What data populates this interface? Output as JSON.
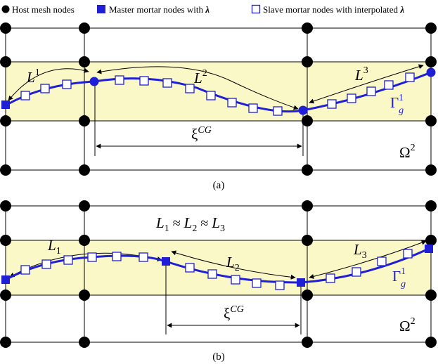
{
  "legend": {
    "host": "Host mesh nodes",
    "master_prefix": "Master mortar nodes with ",
    "slave_prefix": "Slave mortar nodes with interpolated ",
    "lambda": "λ"
  },
  "colors": {
    "host_node": "#000000",
    "mortar": "#1f1fd6",
    "band": "#fbf8c8",
    "grid": "#000000"
  },
  "panel_a": {
    "caption": "(a)",
    "segment_labels": [
      {
        "base": "L",
        "sup": "1"
      },
      {
        "base": "L",
        "sup": "2"
      },
      {
        "base": "L",
        "sup": "3"
      }
    ],
    "xi_base": "ξ",
    "xi_sup": "CG",
    "gamma": {
      "base": "Γ",
      "sup": "1",
      "sub": "g"
    },
    "omega": {
      "base": "Ω",
      "sup": "2"
    }
  },
  "panel_b": {
    "caption": "(b)",
    "segment_labels": [
      {
        "base": "L",
        "sub": "1"
      },
      {
        "base": "L",
        "sub": "2"
      },
      {
        "base": "L",
        "sub": "3"
      }
    ],
    "equation": [
      "L",
      "1",
      " ≈ ",
      "L",
      "2",
      " ≈ ",
      "L",
      "3"
    ],
    "xi_base": "ξ",
    "xi_sup": "CG",
    "gamma": {
      "base": "Γ",
      "sup": "1",
      "sub": "g"
    },
    "omega": {
      "base": "Ω",
      "sup": "2"
    }
  }
}
